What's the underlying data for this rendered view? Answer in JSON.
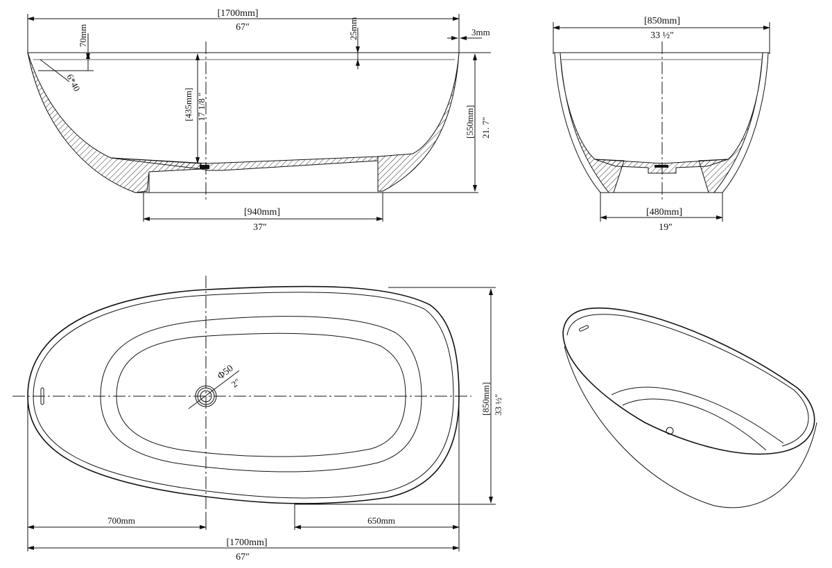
{
  "drawing": {
    "type": "technical-drawing",
    "subject": "freestanding oval bathtub",
    "views": {
      "side_section": {
        "overall_length": {
          "mm": "[1700mm]",
          "inch": "67″"
        },
        "rim_height": "70mm",
        "rim_thickness_top": "25mm",
        "wall_thickness": "3mm",
        "overflow_slot": "6*40",
        "inner_depth": {
          "mm": "[435mm]",
          "inch": "17 1/8 ″"
        },
        "overall_height": {
          "mm": "[550mm]",
          "inch": "21. 7″"
        },
        "base_length": {
          "mm": "[940mm]",
          "inch": "37″"
        }
      },
      "end_section": {
        "overall_width": {
          "mm": "[850mm]",
          "inch": "33 ½″"
        },
        "base_width": {
          "mm": "[480mm]",
          "inch": "19″"
        }
      },
      "plan_view": {
        "drain_diameter": {
          "mm": "Φ50",
          "inch": "2″"
        },
        "overall_width": {
          "mm": "[850mm]",
          "inch": "33 ½″"
        },
        "drain_offset": "700mm",
        "widest_offset": "650mm",
        "overall_length": {
          "mm": "[1700mm]",
          "inch": "67″"
        }
      },
      "perspective_view": {}
    }
  }
}
